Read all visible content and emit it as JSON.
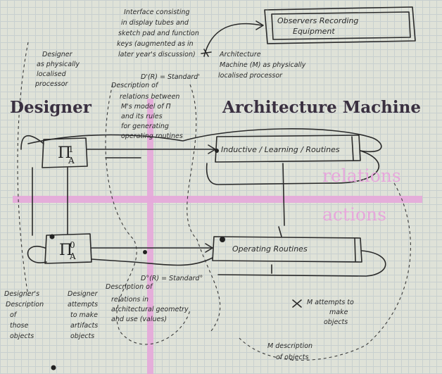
{
  "labels": {
    "designer": "Designer",
    "architecture_machine": "Architecture Machine",
    "relations": "relations",
    "actions": "actions"
  },
  "boxes": {
    "observers_recording": "Observers Recording Equipment",
    "inductive_routines": "Inductive / Learning / Routines",
    "operating_routines": "Operating Routines",
    "pi_symbol": "Π",
    "pi_upper_sub": "A",
    "pi_upper_sup": "1",
    "pi_lower_sub": "A",
    "pi_lower_sup": "0"
  },
  "notes": {
    "interface": [
      "Interface consisting",
      "in display tubes and",
      "sketch pad and function",
      "keys (augmented as in",
      "later year's discussion)"
    ],
    "designer_processor": [
      "Designer",
      "as physically",
      "localised",
      "processor"
    ],
    "arch_machine_processor": [
      "Architecture",
      "Machine (M) as physically",
      "localised processor"
    ],
    "description_upper": [
      "Description of",
      "D'(R) = Standard'",
      "relations between",
      "M's model of Π",
      "and its rules",
      "for generating",
      "operating routines"
    ],
    "description_lower": [
      "Description of",
      "D°(R) = Standard°",
      "relations in",
      "architectural geometry",
      "and use (values)"
    ],
    "designer_descriptions": [
      "Designer's",
      "Description",
      "of",
      "those",
      "objects"
    ],
    "designer_attempts": [
      "Designer",
      "attempts",
      "to make",
      "artifacts",
      "objects"
    ],
    "m_attempts": [
      "M attempts to",
      "make",
      "objects"
    ],
    "m_description": [
      "M description",
      "of objects"
    ]
  },
  "colors": {
    "pink_band": "#e6a9da",
    "paper": "#dfe2d8",
    "ink": "#2a2a2a"
  }
}
